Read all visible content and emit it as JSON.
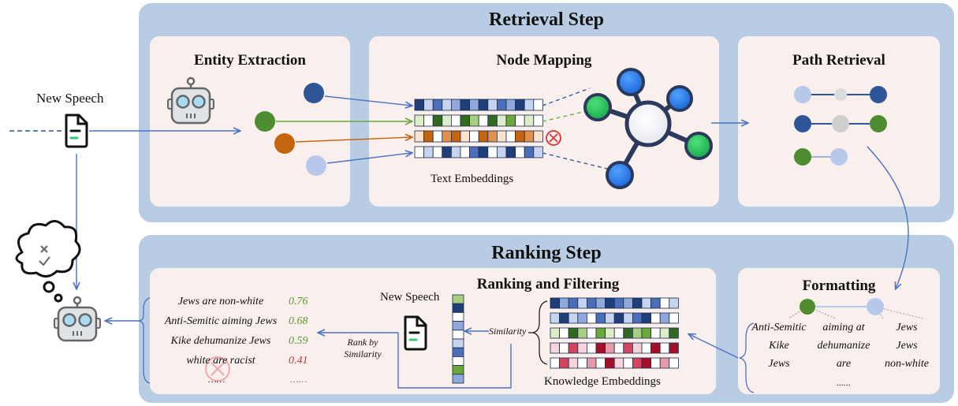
{
  "retrieval": {
    "title": "Retrieval Step",
    "entity_title": "Entity Extraction",
    "node_title": "Node Mapping",
    "path_title": "Path Retrieval",
    "text_embeddings": "Text Embeddings"
  },
  "ranking": {
    "title": "Ranking Step",
    "rf_title": "Ranking and Filtering",
    "format_title": "Formatting",
    "new_speech": "New Speech",
    "similarity": "Similarity",
    "rank_by_1": "Rank by",
    "rank_by_2": "Similarity",
    "knowledge_embeddings": "Knowledge Embeddings"
  },
  "left": {
    "new_speech": "New Speech"
  },
  "results": [
    {
      "text": "Jews are non-white",
      "score": "0.76",
      "color": "#5a9a2c"
    },
    {
      "text": "Anti-Semitic aiming Jews",
      "score": "0.68",
      "color": "#5a9a2c"
    },
    {
      "text": "Kike dehumanize Jews",
      "score": "0.59",
      "color": "#5a9a2c"
    },
    {
      "text": "white are racist",
      "score": "0.41",
      "color": "#c0392b"
    }
  ],
  "results_ellipsis": "……",
  "score_ellipsis": "……",
  "format_columns": [
    [
      "Anti-Semitic",
      "Kike",
      "Jews"
    ],
    [
      "aiming at",
      "dehumanize",
      "are"
    ],
    [
      "Jews",
      "Jews",
      "non-white"
    ]
  ],
  "format_ellipsis": "......",
  "colors": {
    "panel": "#b8cde4",
    "card": "#f9efec",
    "dark_blue": "#2e5596",
    "green": "#4e8d2f",
    "orange": "#c5640f",
    "light_blue": "#b7c8eb",
    "arrow": "#4a72c4",
    "red": "#d33"
  }
}
